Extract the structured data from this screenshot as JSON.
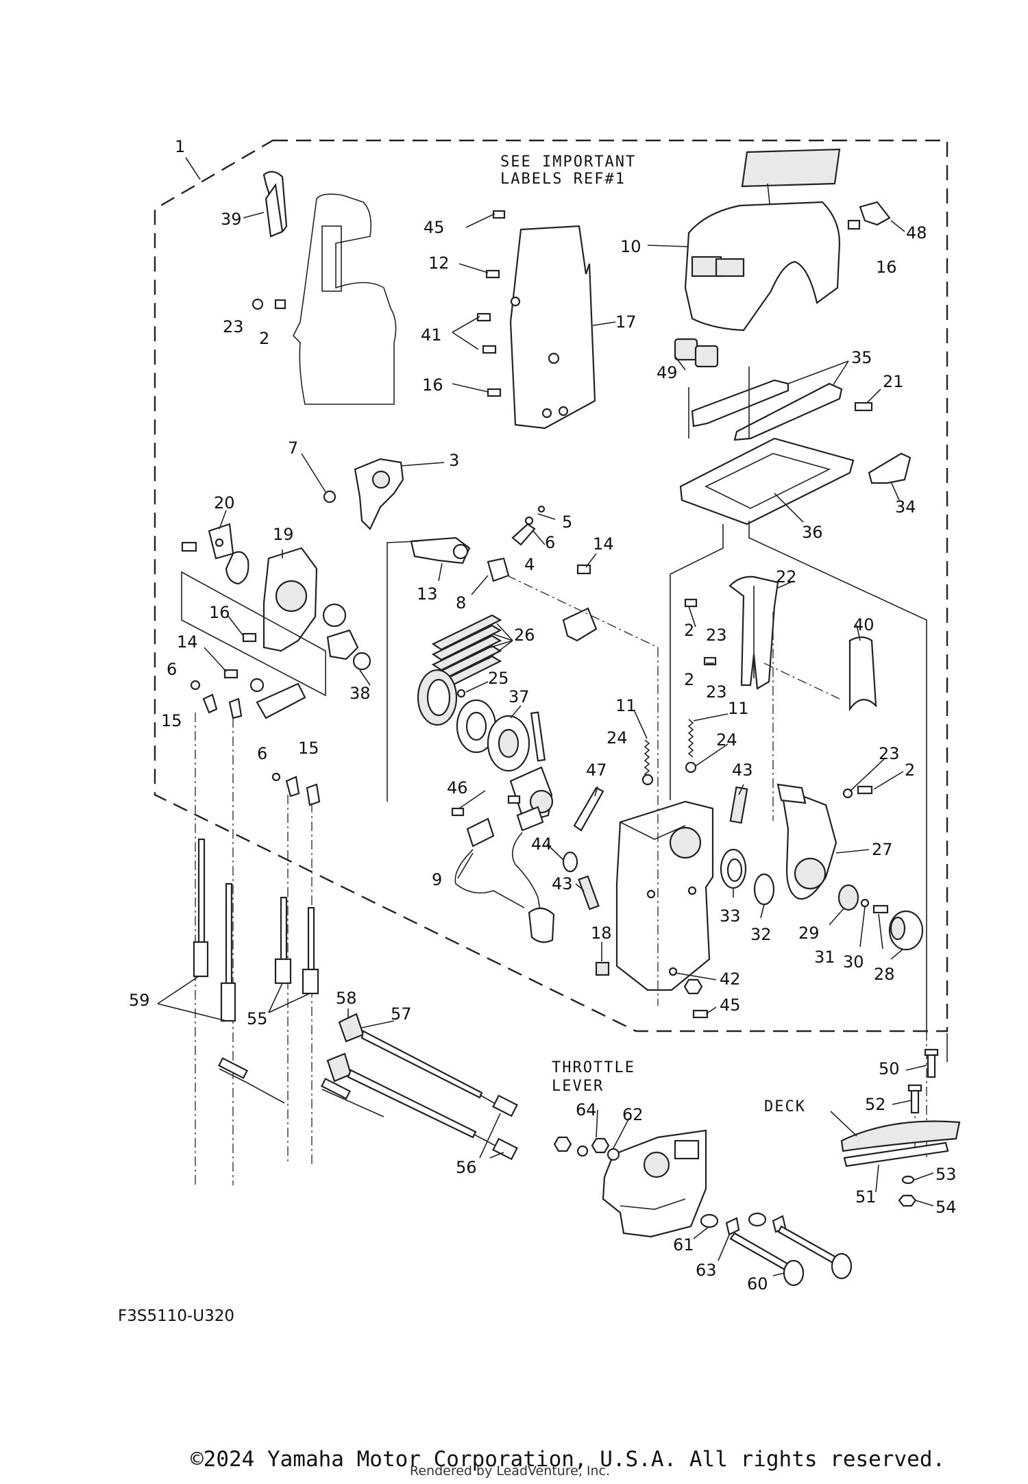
{
  "diagram": {
    "notes": {
      "see_important_1": "SEE IMPORTANT",
      "see_important_2": "LABELS REF#1",
      "throttle_1": "THROTTLE",
      "throttle_2": "LEVER",
      "deck": "DECK"
    },
    "callouts": [
      {
        "id": "c1",
        "text": "1"
      },
      {
        "id": "c39",
        "text": "39"
      },
      {
        "id": "c23a",
        "text": "23"
      },
      {
        "id": "c2a",
        "text": "2"
      },
      {
        "id": "c45a",
        "text": "45"
      },
      {
        "id": "c12",
        "text": "12"
      },
      {
        "id": "c41",
        "text": "41"
      },
      {
        "id": "c16a",
        "text": "16"
      },
      {
        "id": "c17",
        "text": "17"
      },
      {
        "id": "c10",
        "text": "10"
      },
      {
        "id": "c48",
        "text": "48"
      },
      {
        "id": "c16b",
        "text": "16"
      },
      {
        "id": "c49",
        "text": "49"
      },
      {
        "id": "c35",
        "text": "35"
      },
      {
        "id": "c21",
        "text": "21"
      },
      {
        "id": "c34",
        "text": "34"
      },
      {
        "id": "c36",
        "text": "36"
      },
      {
        "id": "c7",
        "text": "7"
      },
      {
        "id": "c3",
        "text": "3"
      },
      {
        "id": "c20",
        "text": "20"
      },
      {
        "id": "c19",
        "text": "19"
      },
      {
        "id": "c5",
        "text": "5"
      },
      {
        "id": "c6a",
        "text": "6"
      },
      {
        "id": "c4",
        "text": "4"
      },
      {
        "id": "c13",
        "text": "13"
      },
      {
        "id": "c8",
        "text": "8"
      },
      {
        "id": "c14a",
        "text": "14"
      },
      {
        "id": "c16c",
        "text": "16"
      },
      {
        "id": "c14b",
        "text": "14"
      },
      {
        "id": "c6b",
        "text": "6"
      },
      {
        "id": "c15a",
        "text": "15"
      },
      {
        "id": "c38",
        "text": "38"
      },
      {
        "id": "c26",
        "text": "26"
      },
      {
        "id": "c25",
        "text": "25"
      },
      {
        "id": "c37",
        "text": "37"
      },
      {
        "id": "c22",
        "text": "22"
      },
      {
        "id": "c2b",
        "text": "2"
      },
      {
        "id": "c23b",
        "text": "23"
      },
      {
        "id": "c40",
        "text": "40"
      },
      {
        "id": "c2c",
        "text": "2"
      },
      {
        "id": "c23c",
        "text": "23"
      },
      {
        "id": "c11a",
        "text": "11"
      },
      {
        "id": "c11b",
        "text": "11"
      },
      {
        "id": "c24a",
        "text": "24"
      },
      {
        "id": "c24b",
        "text": "24"
      },
      {
        "id": "c6c",
        "text": "6"
      },
      {
        "id": "c15b",
        "text": "15"
      },
      {
        "id": "c47",
        "text": "47"
      },
      {
        "id": "c43a",
        "text": "43"
      },
      {
        "id": "c23d",
        "text": "23"
      },
      {
        "id": "c2d",
        "text": "2"
      },
      {
        "id": "c46",
        "text": "46"
      },
      {
        "id": "c44",
        "text": "44"
      },
      {
        "id": "c9",
        "text": "9"
      },
      {
        "id": "c43b",
        "text": "43"
      },
      {
        "id": "c27",
        "text": "27"
      },
      {
        "id": "c33",
        "text": "33"
      },
      {
        "id": "c32",
        "text": "32"
      },
      {
        "id": "c29",
        "text": "29"
      },
      {
        "id": "c31",
        "text": "31"
      },
      {
        "id": "c30",
        "text": "30"
      },
      {
        "id": "c28",
        "text": "28"
      },
      {
        "id": "c18",
        "text": "18"
      },
      {
        "id": "c42",
        "text": "42"
      },
      {
        "id": "c45b",
        "text": "45"
      },
      {
        "id": "c59",
        "text": "59"
      },
      {
        "id": "c55",
        "text": "55"
      },
      {
        "id": "c58",
        "text": "58"
      },
      {
        "id": "c57",
        "text": "57"
      },
      {
        "id": "c56",
        "text": "56"
      },
      {
        "id": "c50",
        "text": "50"
      },
      {
        "id": "c52",
        "text": "52"
      },
      {
        "id": "c64",
        "text": "64"
      },
      {
        "id": "c62",
        "text": "62"
      },
      {
        "id": "c51",
        "text": "51"
      },
      {
        "id": "c53",
        "text": "53"
      },
      {
        "id": "c54",
        "text": "54"
      },
      {
        "id": "c61",
        "text": "61"
      },
      {
        "id": "c63",
        "text": "63"
      },
      {
        "id": "c60",
        "text": "60"
      }
    ]
  },
  "figure_code": "F3S5110-U320",
  "copyright": "©2024 Yamaha Motor Corporation, U.S.A. All rights reserved.",
  "rendered_by": "Rendered by LeadVenture, Inc."
}
